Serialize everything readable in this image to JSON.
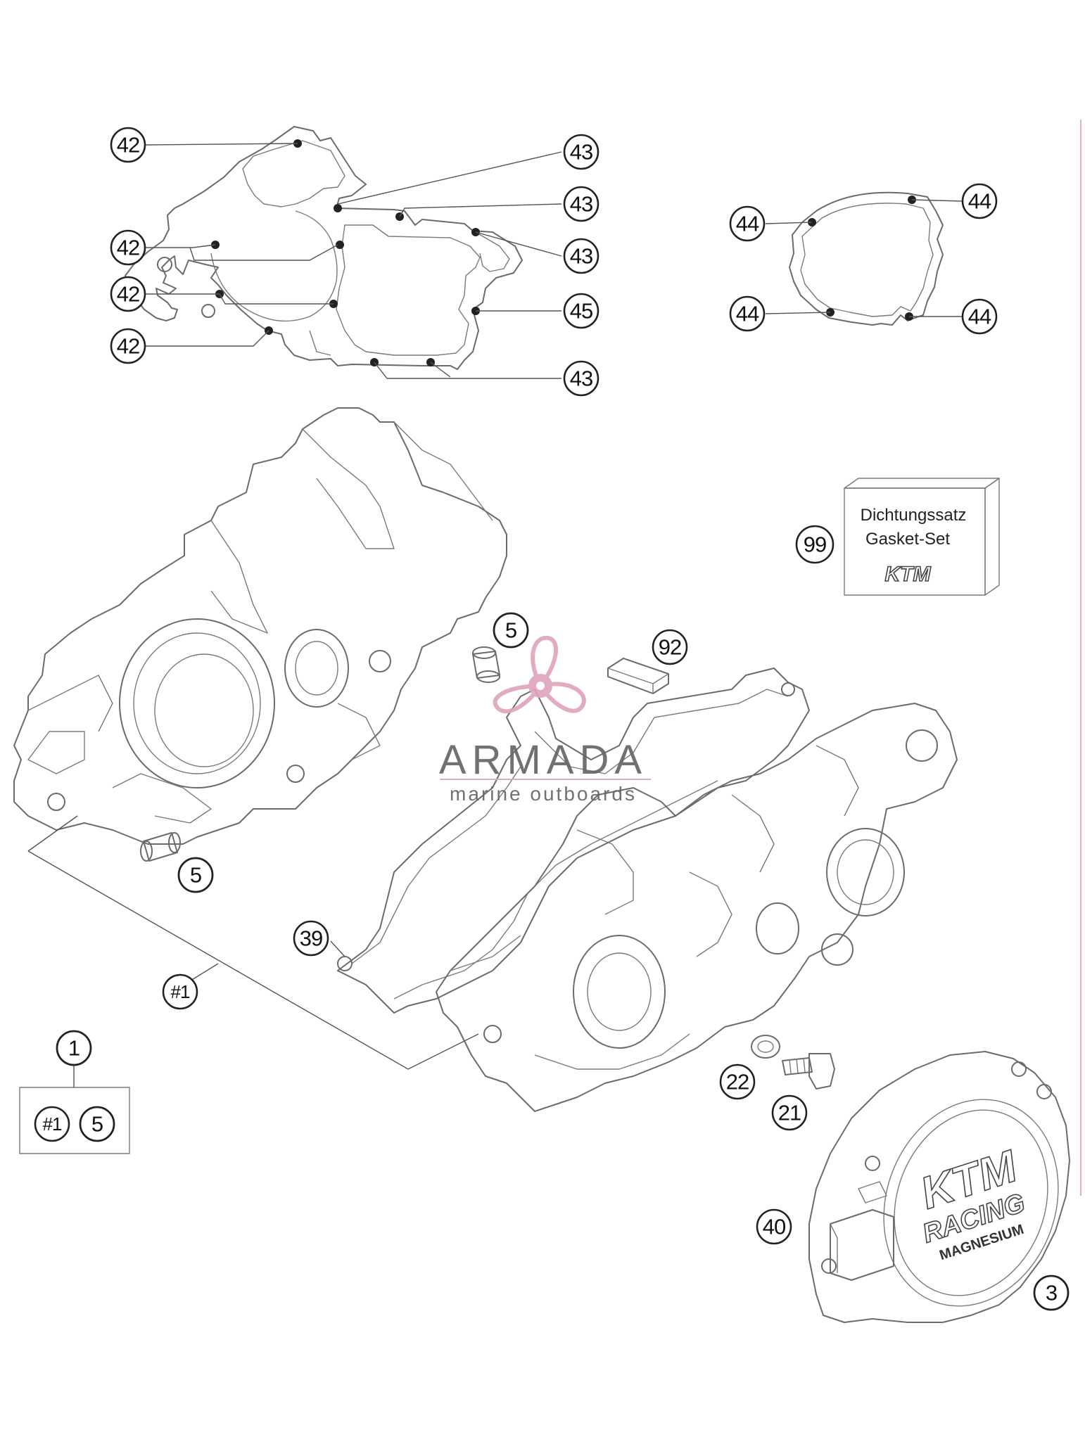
{
  "callouts": [
    {
      "id": "c42a",
      "label": "42"
    },
    {
      "id": "c42b",
      "label": "42"
    },
    {
      "id": "c42c",
      "label": "42"
    },
    {
      "id": "c42d",
      "label": "42"
    },
    {
      "id": "c43a",
      "label": "43"
    },
    {
      "id": "c43b",
      "label": "43"
    },
    {
      "id": "c43c",
      "label": "43"
    },
    {
      "id": "c45",
      "label": "45"
    },
    {
      "id": "c43d",
      "label": "43"
    },
    {
      "id": "c44a",
      "label": "44"
    },
    {
      "id": "c44b",
      "label": "44"
    },
    {
      "id": "c44c",
      "label": "44"
    },
    {
      "id": "c44d",
      "label": "44"
    },
    {
      "id": "c99",
      "label": "99"
    },
    {
      "id": "c5a",
      "label": "5"
    },
    {
      "id": "c92",
      "label": "92"
    },
    {
      "id": "c5b",
      "label": "5"
    },
    {
      "id": "c39",
      "label": "39"
    },
    {
      "id": "cH1",
      "label": "#1"
    },
    {
      "id": "c1",
      "label": "1"
    },
    {
      "id": "cH1k",
      "label": "#1"
    },
    {
      "id": "c5k",
      "label": "5"
    },
    {
      "id": "c22",
      "label": "22"
    },
    {
      "id": "c21",
      "label": "21"
    },
    {
      "id": "c40",
      "label": "40"
    },
    {
      "id": "c3",
      "label": "3"
    }
  ],
  "gasket_box": {
    "line1": "Dichtungssatz",
    "line2": "Gasket-Set",
    "brand": "KTM"
  },
  "cover": {
    "brand": "KTM",
    "line1": "RACING",
    "line2": "MAGNESIUM"
  },
  "watermark": {
    "name": "ARMADA",
    "tagline": "marine outboards",
    "accent_color": "#e0a4c0",
    "text_color": "#6a6a6a"
  }
}
